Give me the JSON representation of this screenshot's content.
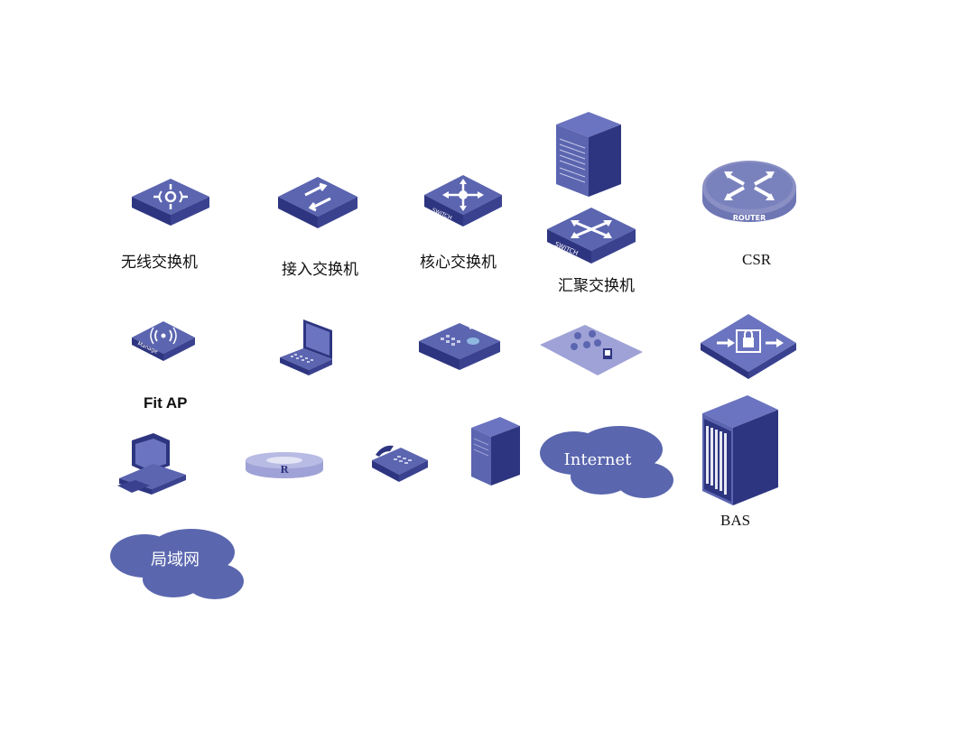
{
  "labels": {
    "wireless_switch": "无线交换机",
    "access_switch": "接入交换机",
    "core_switch": "核心交换机",
    "aggregation_switch": "汇聚交换机",
    "csr": "CSR",
    "fit_ap": "Fit AP",
    "bas": "BAS"
  },
  "clouds": {
    "internet": "Internet",
    "lan": "局域网"
  },
  "icon_text": {
    "switch": "SWITCH",
    "router": "ROUTER",
    "manage": "Manage",
    "r_mark": "R"
  },
  "colors": {
    "device_top": "#5b65b0",
    "device_side": "#2e3580",
    "cloud": "#5a66ae",
    "router_gray": "#8a90b8",
    "pale_board": "#9ea2d6"
  }
}
